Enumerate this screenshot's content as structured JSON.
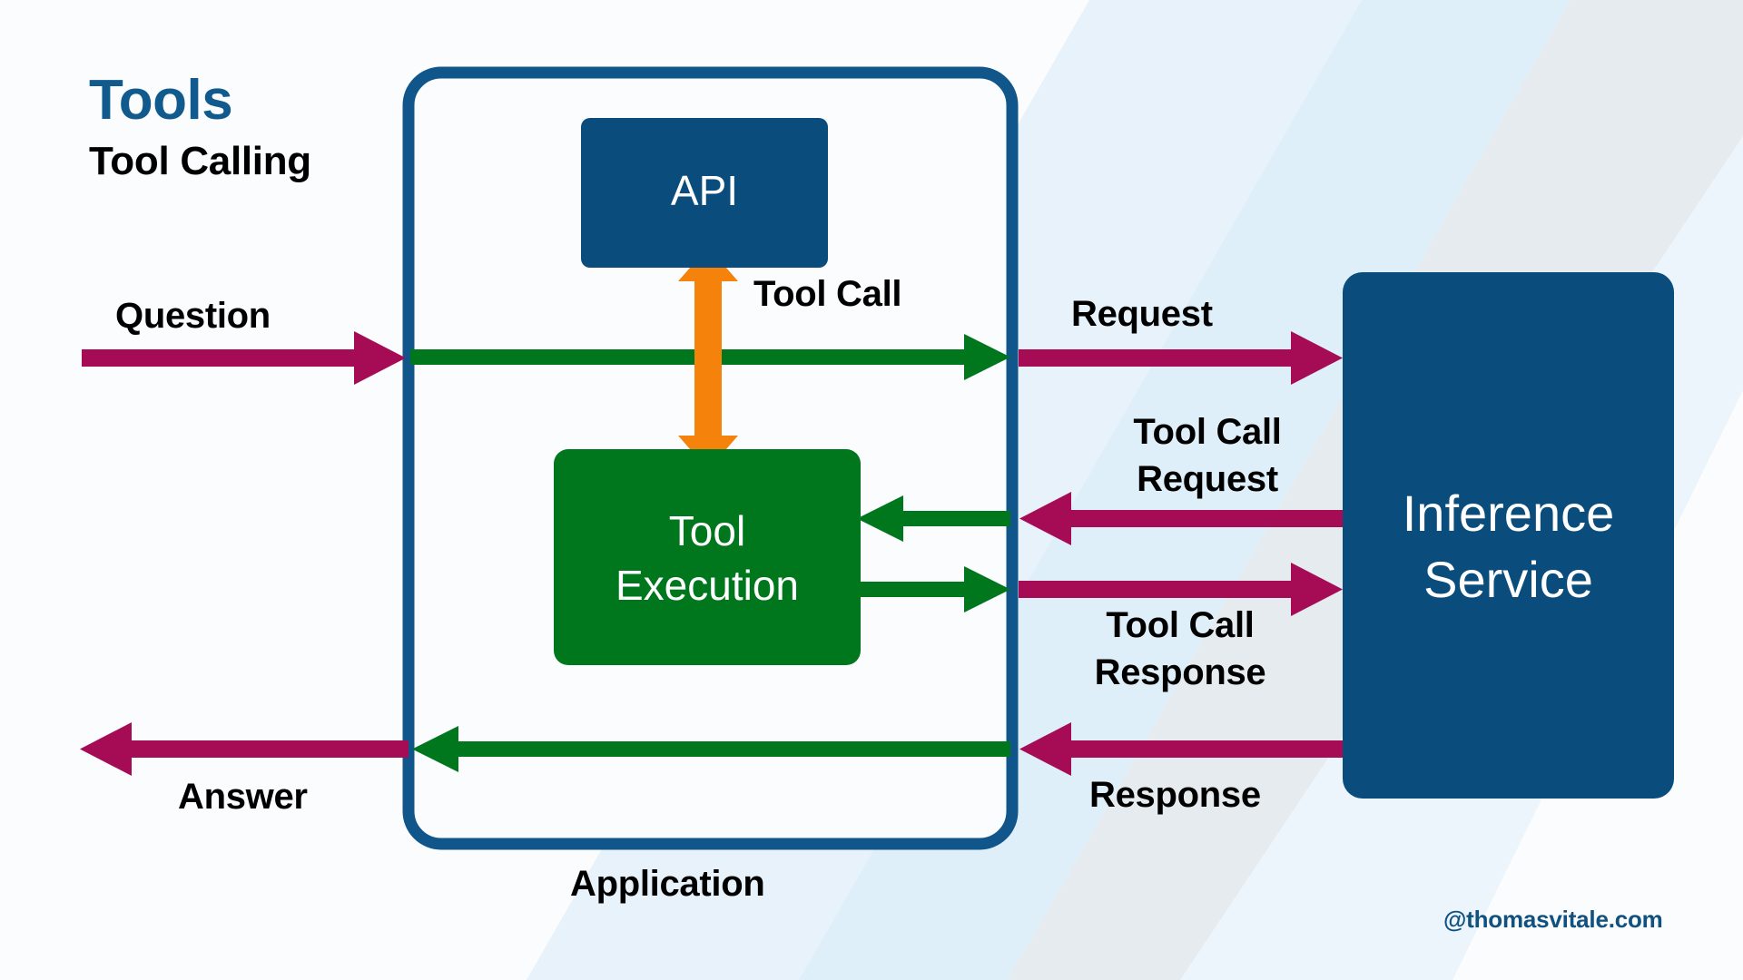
{
  "colors": {
    "brand_blue": "#105A8D",
    "node_blue": "#0A4C7C",
    "node_green": "#00771D",
    "arrow_green": "#00771D",
    "arrow_crimson": "#A50C55",
    "arrow_orange": "#F5820B",
    "text_black": "#000000",
    "text_white": "#FFFFFF",
    "background": "#FBFCFD",
    "band_light": "#E3F0FA",
    "band_grey": "#E2E8EC"
  },
  "header": {
    "title": "Tools",
    "subtitle": "Tool Calling"
  },
  "nodes": {
    "api": {
      "label": "API"
    },
    "tool_execution": {
      "label_line1": "Tool",
      "label_line2": "Execution"
    },
    "inference_service": {
      "label_line1": "Inference",
      "label_line2": "Service"
    },
    "application": {
      "label": "Application"
    }
  },
  "flows": {
    "question": "Question",
    "tool_call": "Tool Call",
    "request": "Request",
    "tool_call_request_line1": "Tool Call",
    "tool_call_request_line2": "Request",
    "tool_call_response_line1": "Tool Call",
    "tool_call_response_line2": "Response",
    "answer": "Answer",
    "response": "Response"
  },
  "footer": {
    "watermark": "@thomasvitale.com"
  }
}
